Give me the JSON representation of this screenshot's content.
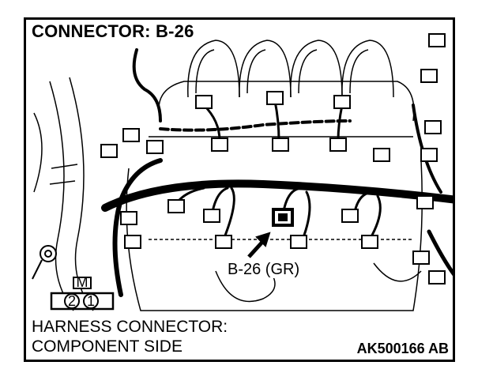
{
  "title": "CONNECTOR: B-26",
  "callout": "B-26 (GR)",
  "harness_line1": "HARNESS CONNECTOR:",
  "harness_line2": "COMPONENT SIDE",
  "reference": "AK500166 AB",
  "connector_pin_labels": [
    "2",
    "1"
  ],
  "connector_key_label": "M",
  "colors": {
    "line": "#000000",
    "background": "#ffffff"
  }
}
